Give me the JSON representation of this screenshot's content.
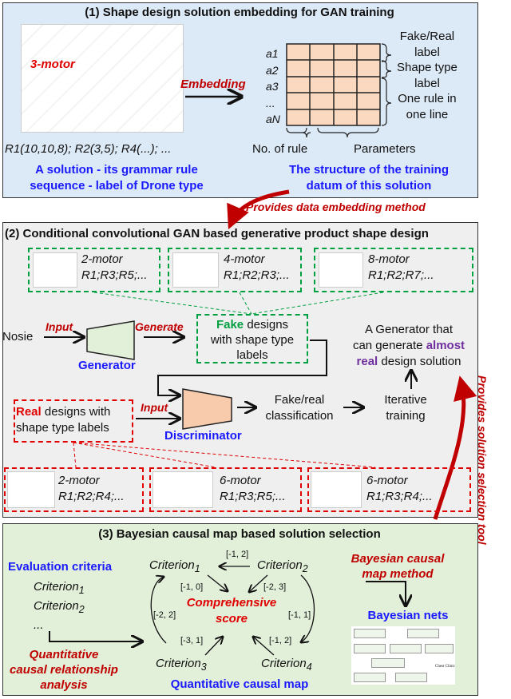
{
  "colors": {
    "panel1_bg": "#dce9f6",
    "panel2_bg": "#efefef",
    "panel3_bg": "#e2efd9",
    "red": "#c00000",
    "blue": "#1a1aff",
    "green": "#00a040",
    "grid_fill": "#fbd9c0"
  },
  "panel1": {
    "title": "(1) Shape design solution embedding for GAN training",
    "drone_label": "3-motor",
    "embedding": "Embedding",
    "rows": [
      "a1",
      "a2",
      "a3",
      "...",
      "aN"
    ],
    "labels": [
      "Fake/Real",
      "label",
      "Shape type",
      "label",
      "One rule in",
      "one line"
    ],
    "no_of_rule": "No. of rule",
    "parameters": "Parameters",
    "rule_seq": "R1(10,10,8); R2(3,5); R4(...); ...",
    "solution_desc": [
      "A solution - its grammar rule",
      "sequence - label of Drone type"
    ],
    "structure_desc": [
      "The structure of the training",
      "datum of this solution"
    ]
  },
  "link1": "Provides data embedding method",
  "link2": "Provides solution selection tool",
  "panel2": {
    "title": "(2) Conditional convolutional  GAN based generative product shape design",
    "fake_examples": [
      {
        "type": "2-motor",
        "rules": "R1;R3;R5;..."
      },
      {
        "type": "4-motor",
        "rules": "R1;R2;R3;..."
      },
      {
        "type": "8-motor",
        "rules": "R1;R2;R7;..."
      }
    ],
    "real_examples": [
      {
        "type": "2-motor",
        "rules": "R1;R2;R4;..."
      },
      {
        "type": "6-motor",
        "rules": "R1;R3;R5;..."
      },
      {
        "type": "6-motor",
        "rules": "R1;R3;R4;..."
      }
    ],
    "noise": "Nosie",
    "input": "Input",
    "generate": "Generate",
    "generator": "Generator",
    "discriminator": "Discriminator",
    "fake_word": "Fake",
    "fake_rest": [
      "designs",
      "with shape type",
      "labels"
    ],
    "real_word": "Real",
    "real_rest": "designs with",
    "real_line2": "shape type labels",
    "classification": [
      "Fake/real",
      "classification"
    ],
    "iterative": [
      "Iterative",
      "training"
    ],
    "goal": {
      "l1": "A Generator that",
      "l2a": "can generate ",
      "l2b": "almost",
      "l3a": "real",
      "l3b": " design solution"
    }
  },
  "panel3": {
    "title": "(3) Bayesian causal map based solution selection",
    "eval_title": "Evaluation criteria",
    "criteria": [
      "Criterion",
      "Criterion",
      "..."
    ],
    "quant": [
      "Quantitative",
      "causal relationship",
      "analysis"
    ],
    "map": {
      "c1": "Criterion",
      "c2": "Criterion",
      "c3": "Criterion",
      "c4": "Criterion",
      "s1": "1",
      "s2": "2",
      "s3": "3",
      "s4": "4",
      "score": [
        "Comprehensive",
        "score"
      ],
      "weights": {
        "c2_c1": "[-1, 2]",
        "c1_s": "[-1, 0]",
        "c2_s": "[-2, 3]",
        "c3_c1": "[-2, 2]",
        "c2_c4": "[-1, 1]",
        "c3_s": "[-3, 1]",
        "c4_s": "[-1, 2]"
      },
      "caption": "Quantitative causal map"
    },
    "bcm": [
      "Bayesian causal",
      "map method"
    ],
    "bnets": "Bayesian nets",
    "bn_caption": "Chest Clinic"
  }
}
